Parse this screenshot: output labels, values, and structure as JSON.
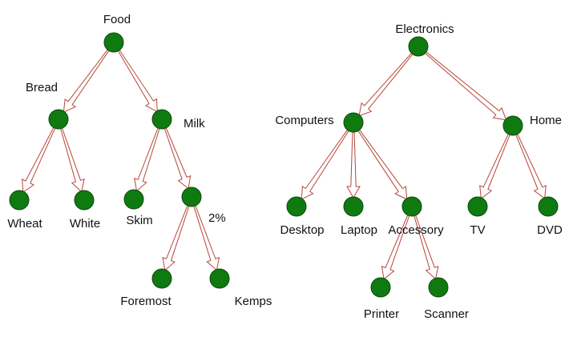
{
  "diagram": {
    "type": "tree",
    "colors": {
      "node_fill": "#0f7a10",
      "edge_stroke": "#b5463a",
      "label_text": "#111111",
      "background": "#ffffff"
    },
    "trees": [
      {
        "name": "food-tree",
        "root": "food",
        "nodes": [
          {
            "id": "food",
            "label": "Food"
          },
          {
            "id": "bread",
            "label": "Bread"
          },
          {
            "id": "milk",
            "label": "Milk"
          },
          {
            "id": "wheat",
            "label": "Wheat"
          },
          {
            "id": "white",
            "label": "White"
          },
          {
            "id": "skim",
            "label": "Skim"
          },
          {
            "id": "two-percent",
            "label": "2%"
          },
          {
            "id": "foremost",
            "label": "Foremost"
          },
          {
            "id": "kemps",
            "label": "Kemps"
          }
        ],
        "edges": [
          {
            "from": "food",
            "to": "bread"
          },
          {
            "from": "food",
            "to": "milk"
          },
          {
            "from": "bread",
            "to": "wheat"
          },
          {
            "from": "bread",
            "to": "white"
          },
          {
            "from": "milk",
            "to": "skim"
          },
          {
            "from": "milk",
            "to": "two-percent"
          },
          {
            "from": "two-percent",
            "to": "foremost"
          },
          {
            "from": "two-percent",
            "to": "kemps"
          }
        ]
      },
      {
        "name": "electronics-tree",
        "root": "electronics",
        "nodes": [
          {
            "id": "electronics",
            "label": "Electronics"
          },
          {
            "id": "computers",
            "label": "Computers"
          },
          {
            "id": "home",
            "label": "Home"
          },
          {
            "id": "desktop",
            "label": "Desktop"
          },
          {
            "id": "laptop",
            "label": "Laptop"
          },
          {
            "id": "accessory",
            "label": "Accessory"
          },
          {
            "id": "tv",
            "label": "TV"
          },
          {
            "id": "dvd",
            "label": "DVD"
          },
          {
            "id": "printer",
            "label": "Printer"
          },
          {
            "id": "scanner",
            "label": "Scanner"
          }
        ],
        "edges": [
          {
            "from": "electronics",
            "to": "computers"
          },
          {
            "from": "electronics",
            "to": "home"
          },
          {
            "from": "computers",
            "to": "desktop"
          },
          {
            "from": "computers",
            "to": "laptop"
          },
          {
            "from": "computers",
            "to": "accessory"
          },
          {
            "from": "home",
            "to": "tv"
          },
          {
            "from": "home",
            "to": "dvd"
          },
          {
            "from": "accessory",
            "to": "printer"
          },
          {
            "from": "accessory",
            "to": "scanner"
          }
        ]
      }
    ]
  }
}
